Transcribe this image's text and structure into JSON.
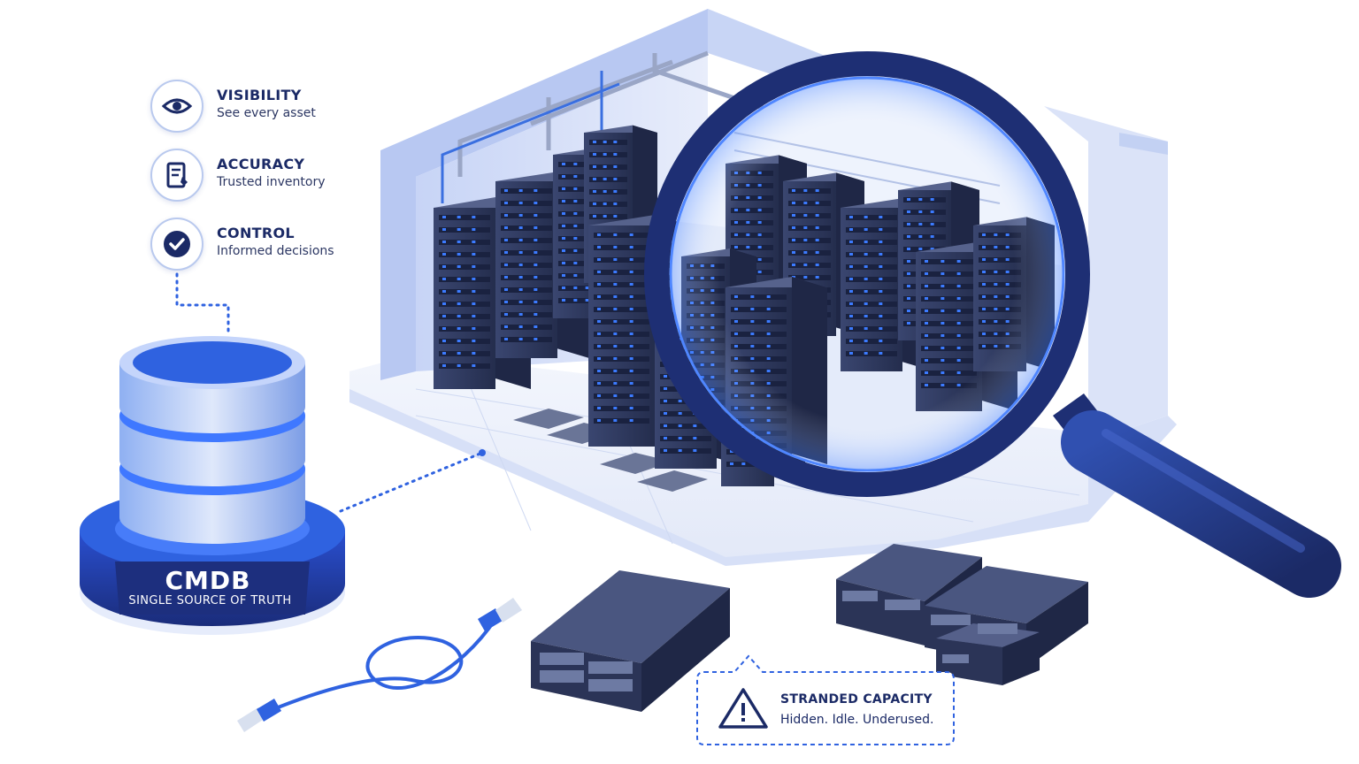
{
  "features": [
    {
      "icon": "eye-icon",
      "title": "VISIBILITY",
      "subtitle": "See every asset"
    },
    {
      "icon": "document-icon",
      "title": "ACCURACY",
      "subtitle": "Trusted inventory"
    },
    {
      "icon": "check-icon",
      "title": "CONTROL",
      "subtitle": "Informed decisions"
    }
  ],
  "cmdb": {
    "title": "CMDB",
    "subtitle": "SINGLE SOURCE OF TRUTH"
  },
  "warning": {
    "icon": "warning-icon",
    "title": "STRANDED CAPACITY",
    "subtitle": "Hidden. Idle. Underused."
  },
  "colors": {
    "navy": "#1b2a66",
    "accent": "#2f62e0",
    "glow": "#3c7bff",
    "rack": "#2f3a5e",
    "light": "#e9eefb"
  }
}
